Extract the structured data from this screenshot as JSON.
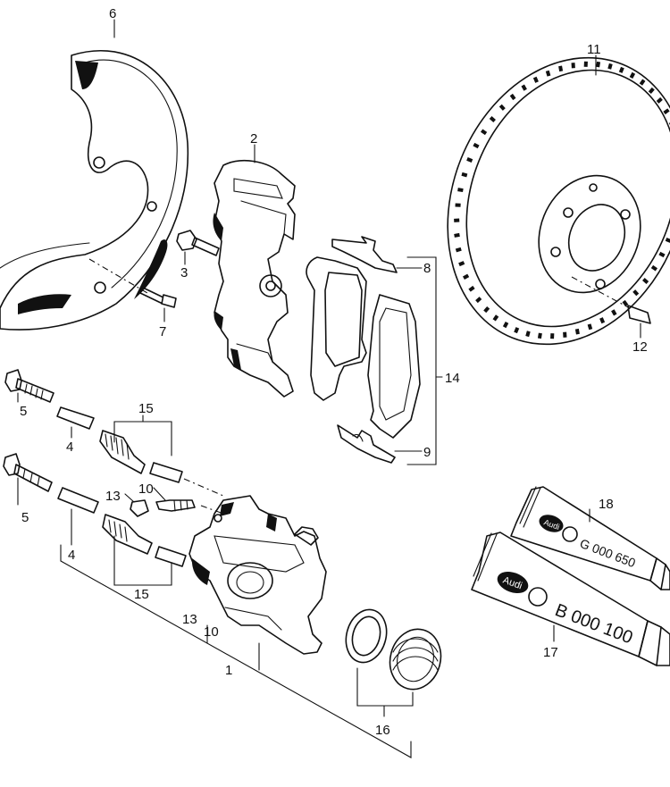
{
  "callouts": {
    "c1": "1",
    "c2": "2",
    "c3": "3",
    "c4a": "4",
    "c4b": "4",
    "c5a": "5",
    "c5b": "5",
    "c6": "6",
    "c7": "7",
    "c8": "8",
    "c9": "9",
    "c10a": "10",
    "c10b": "10",
    "c11": "11",
    "c12": "12",
    "c13a": "13",
    "c13b": "13",
    "c14": "14",
    "c15a": "15",
    "c15b": "15",
    "c16": "16",
    "c17": "17",
    "c18": "18"
  },
  "tubes": {
    "small": {
      "brand": "Audi",
      "code": "G 000 650"
    },
    "large": {
      "brand": "Audi",
      "code": "B 000 100"
    }
  }
}
